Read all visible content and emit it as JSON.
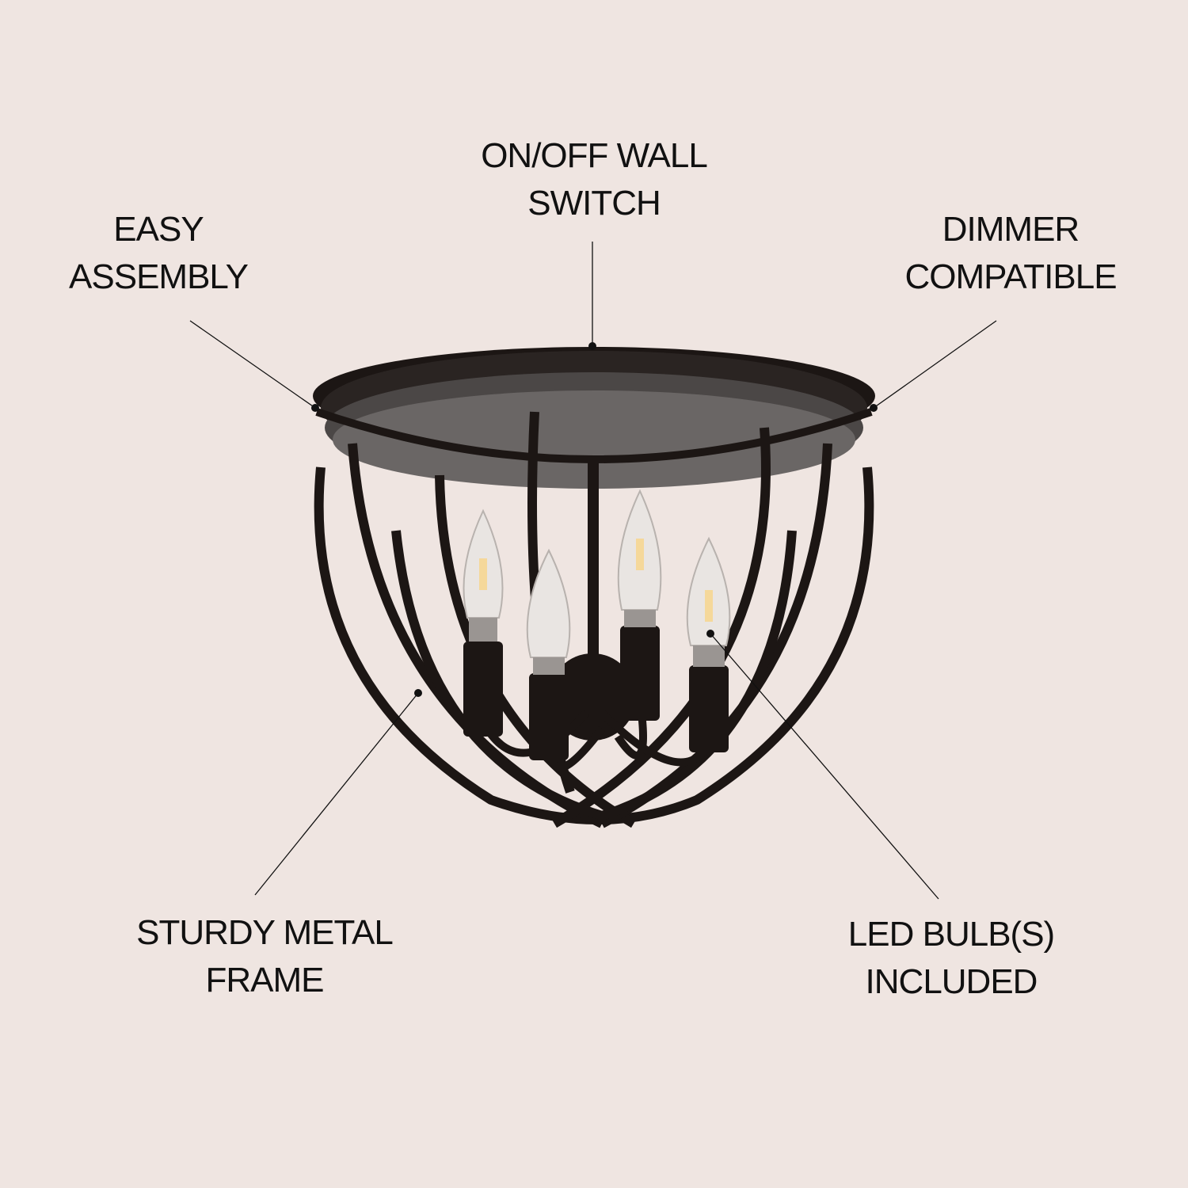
{
  "callouts": {
    "wall_switch": {
      "line1": "ON/OFF WALL",
      "line2": "SWITCH"
    },
    "assembly": {
      "line1": "EASY",
      "line2": "ASSEMBLY"
    },
    "dimmer": {
      "line1": "DIMMER",
      "line2": "COMPATIBLE"
    },
    "frame": {
      "line1": "STURDY METAL",
      "line2": "FRAME"
    },
    "bulbs": {
      "line1": "LED BULB(S)",
      "line2": "INCLUDED"
    }
  },
  "colors": {
    "background": "#efe5e1",
    "metal": "#1c1614",
    "text": "#111111"
  }
}
